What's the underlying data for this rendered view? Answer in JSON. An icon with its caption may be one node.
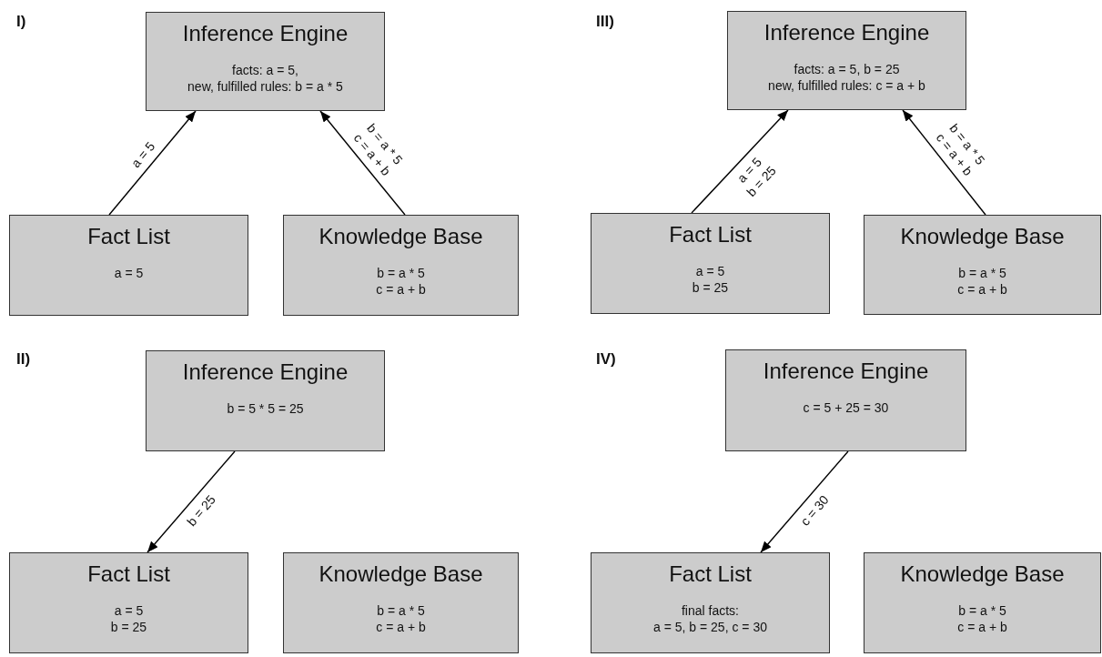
{
  "diagram": {
    "nodes": [
      {
        "text": [
          "Inference Engine",
          "facts: a = 5,",
          "new, fulfilled rules: b = a * 5"
        ]
      },
      {
        "text": [
          "Fact List",
          "a = 5"
        ]
      },
      {
        "text": [
          "Knowledge Base",
          "b = a * 5",
          "c = a + b"
        ]
      },
      {
        "text": [
          "Inference Engine",
          "facts: a = 5, b = 25",
          "new, fulfilled rules: c = a + b"
        ]
      },
      {
        "text": [
          "Fact List",
          "a = 5",
          "b = 25"
        ]
      },
      {
        "text": [
          "Knowledge Base",
          "b = a * 5",
          "c = a + b"
        ]
      },
      {
        "text": [
          "Inference Engine",
          "b = 5 * 5 = 25"
        ]
      },
      {
        "text": [
          "Fact List",
          "a = 5",
          "b = 25"
        ]
      },
      {
        "text": [
          "Knowledge Base",
          "b = a * 5",
          "c = a + b"
        ]
      },
      {
        "text": [
          "Inference Engine",
          "c = 5 + 25 = 30"
        ]
      },
      {
        "text": [
          "Fact List",
          "final facts:",
          "a = 5, b = 25, c = 30"
        ]
      },
      {
        "text": [
          "Knowledge Base",
          "b = a * 5",
          "c = a + b"
        ]
      }
    ],
    "edges": [
      {
        "from": 1,
        "to": 0,
        "arrow": "to",
        "label": "a = 5"
      },
      {
        "from": 2,
        "to": 0,
        "arrow": "to",
        "label": "b = a * 5 c = a + b"
      },
      {
        "from": 4,
        "to": 3,
        "arrow": "to",
        "label": "a = 5 b = 25"
      },
      {
        "from": 5,
        "to": 3,
        "arrow": "to",
        "label": "b = a * 5 c = a + b"
      },
      {
        "from": 6,
        "to": 7,
        "arrow": "to",
        "label": "b = 25"
      },
      {
        "from": 9,
        "to": 10,
        "arrow": "to",
        "label": "c = 30"
      }
    ],
    "labels": [
      "I)",
      "III)",
      "II)",
      "IV)"
    ]
  }
}
